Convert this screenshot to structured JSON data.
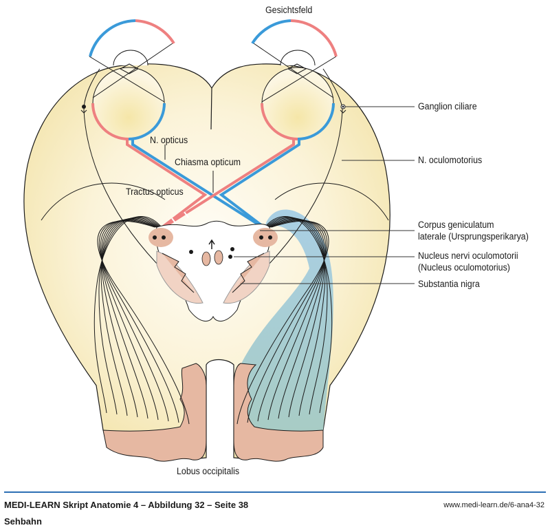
{
  "figure": {
    "title": "Sehbahn",
    "labels": {
      "gesichtsfeld": "Gesichtsfeld",
      "ganglion_ciliare": "Ganglion ciliare",
      "n_opticus": "N. opticus",
      "chiasma_opticum": "Chiasma opticum",
      "n_oculomotorius": "N. oculomotorius",
      "tractus_opticus": "Tractus opticus",
      "corpus_geniculatum_1": "Corpus geniculatum",
      "corpus_geniculatum_2": "laterale (Ursprungsperikarya)",
      "nucleus_oculomotorii_1": "Nucleus nervi oculomotorii",
      "nucleus_oculomotorii_2": "(Nucleus oculomotorius)",
      "substantia_nigra": "Substantia nigra",
      "lobus_occipitalis": "Lobus occipitalis"
    },
    "colors": {
      "nasal_field": "#3a9ad9",
      "temporal_field": "#ee8080",
      "brain_fill": "#f6ebbd",
      "radiation_fill": "#b3d3e2",
      "cortex_fill": "#e6b8a2"
    }
  },
  "footer": {
    "source": "MEDI-LEARN Skript Anatomie 4 – Abbildung 32 – Seite 38",
    "url": "www.medi-learn.de/6-ana4-32",
    "subtitle": "Sehbahn"
  }
}
